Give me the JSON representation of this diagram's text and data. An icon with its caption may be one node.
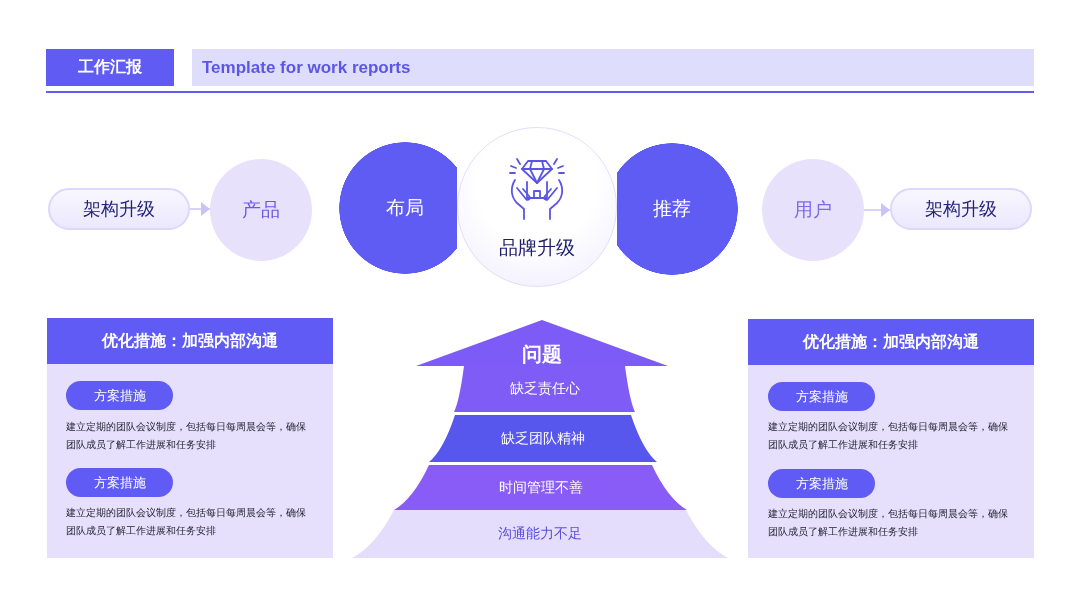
{
  "diagram": {
    "nodes": [
      {
        "text": [
          "工作汇报"
        ]
      },
      {
        "text": [
          "Template for work reports"
        ]
      },
      {
        "text": [
          "架构升级"
        ]
      },
      {
        "text": [
          "产品"
        ]
      },
      {
        "text": [
          "布局"
        ]
      },
      {
        "text": [
          "品牌升级"
        ]
      },
      {
        "text": [
          "推荐"
        ]
      },
      {
        "text": [
          "用户"
        ]
      },
      {
        "text": [
          "架构升级"
        ]
      },
      {
        "text": [
          "优化措施：加强内部沟通"
        ]
      },
      {
        "text": [
          "方案措施"
        ],
        "in": 9,
        "beside": [
          "建立定期的团队会议制度，包括每日每周晨会等，确保团队成员了解工作进展和任务安排"
        ]
      },
      {
        "text": [
          "方案措施"
        ],
        "in": 9,
        "beside": [
          "建立定期的团队会议制度，包括每日每周晨会等，确保团队成员了解工作进展和任务安排"
        ]
      },
      {
        "text": [
          "问题"
        ]
      },
      {
        "text": [
          "缺乏责任心"
        ]
      },
      {
        "text": [
          "缺乏团队精神"
        ]
      },
      {
        "text": [
          "时间管理不善"
        ]
      },
      {
        "text": [
          "沟通能力不足"
        ]
      },
      {
        "text": [
          "优化措施：加强内部沟通"
        ]
      },
      {
        "text": [
          "方案措施"
        ],
        "in": 17,
        "beside": [
          "建立定期的团队会议制度，包括每日每周晨会等，确保团队成员了解工作进展和任务安排"
        ]
      },
      {
        "text": [
          "方案措施"
        ],
        "in": 17,
        "beside": [
          "建立定期的团队会议制度，包括每日每周晨会等，确保团队成员了解工作进展和任务安排"
        ]
      }
    ],
    "edges": [
      {
        "from": 2,
        "to": 3,
        "arrow": "to"
      },
      {
        "from": 7,
        "to": 8,
        "arrow": "to"
      }
    ]
  }
}
